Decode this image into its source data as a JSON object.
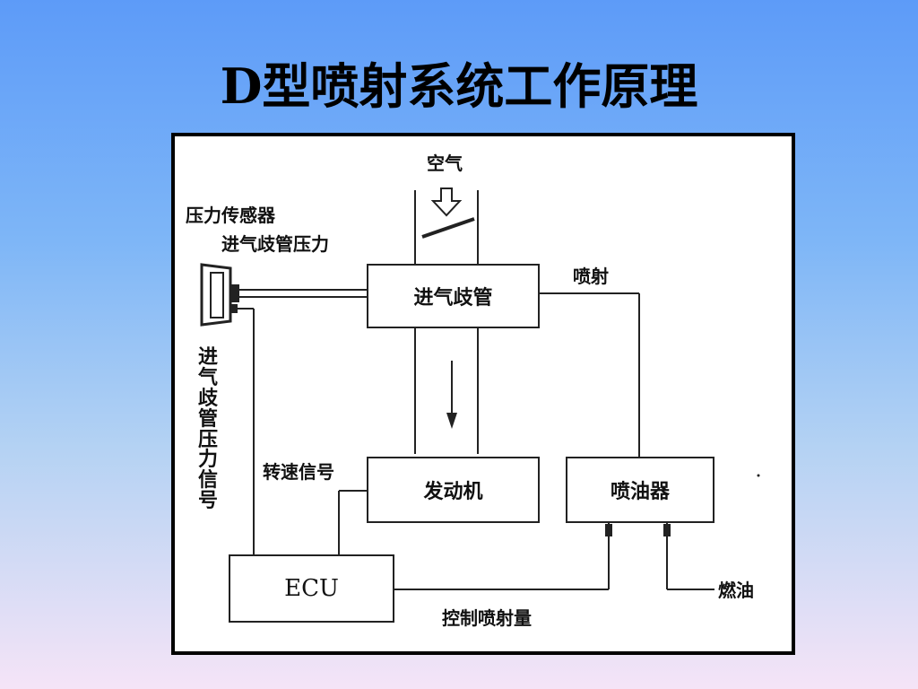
{
  "slide": {
    "title": "D型喷射系统工作原理"
  },
  "diagram": {
    "air": "空气",
    "pressure_sensor": "压力传感器",
    "manifold_pressure": "进气歧管压力",
    "intake_manifold": "进气歧管",
    "injection": "喷射",
    "vertical_label": "进气歧管压力信号",
    "speed_signal": "转速信号",
    "engine": "发动机",
    "injector": "喷油器",
    "ecu": "ECU",
    "control_injection": "控制喷射量",
    "fuel": "燃油"
  }
}
